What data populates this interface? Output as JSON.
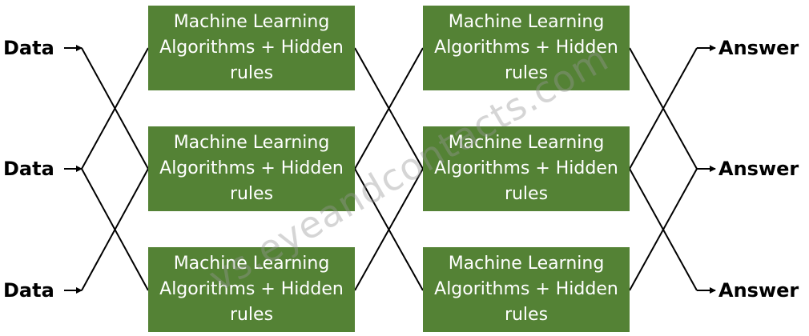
{
  "inputs": [
    "Data",
    "Data",
    "Data"
  ],
  "outputs": [
    "Answer",
    "Answer",
    "Answer"
  ],
  "node_label": "Machine Learning Algorithms + Hidden rules",
  "watermark": "vs.eyeandcontacts.com",
  "colors": {
    "node_fill": "#548235",
    "node_text": "#ffffff",
    "line": "#000000"
  }
}
